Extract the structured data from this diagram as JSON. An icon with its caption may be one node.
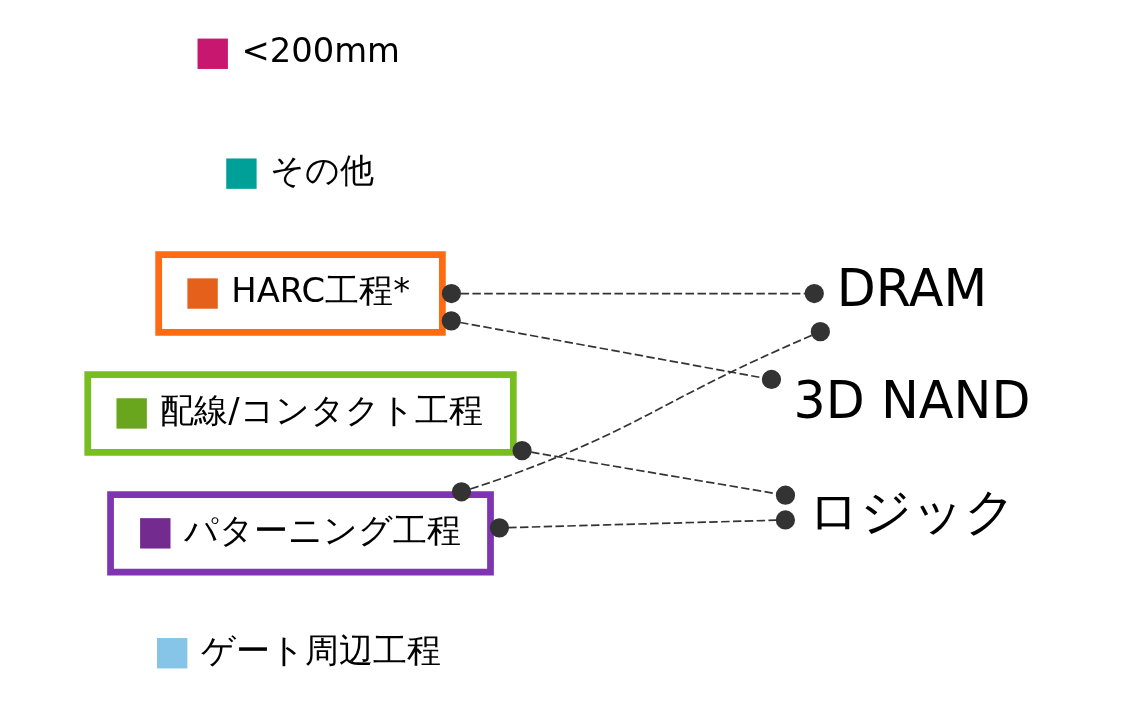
{
  "diagram": {
    "nodes": [
      {
        "text": [
          "HARC工程*"
        ]
      },
      {
        "text": [
          "配線/コンタクト工程"
        ]
      },
      {
        "text": [
          "パターニング工程"
        ]
      },
      {
        "text": [
          "DRAM"
        ]
      },
      {
        "text": [
          "3D NAND"
        ]
      },
      {
        "text": [
          "ロジック"
        ]
      }
    ],
    "edges": [
      {
        "from": 0,
        "to": 3,
        "arrow": "other",
        "style": "dashed"
      },
      {
        "from": 0,
        "to": 4,
        "arrow": "other",
        "style": "dashed"
      },
      {
        "from": 1,
        "to": 5,
        "arrow": "other",
        "style": "dashed"
      },
      {
        "from": 2,
        "to": 3,
        "arrow": "other",
        "style": "dashed"
      },
      {
        "from": 2,
        "to": 5,
        "arrow": "other",
        "style": "dashed"
      }
    ],
    "legend": [
      {
        "text": "<200mm",
        "color": "#c8176f"
      },
      {
        "text": "その他",
        "color": "#00a099"
      },
      {
        "text": "ゲート周辺工程",
        "color": "#86c5e8"
      }
    ]
  }
}
